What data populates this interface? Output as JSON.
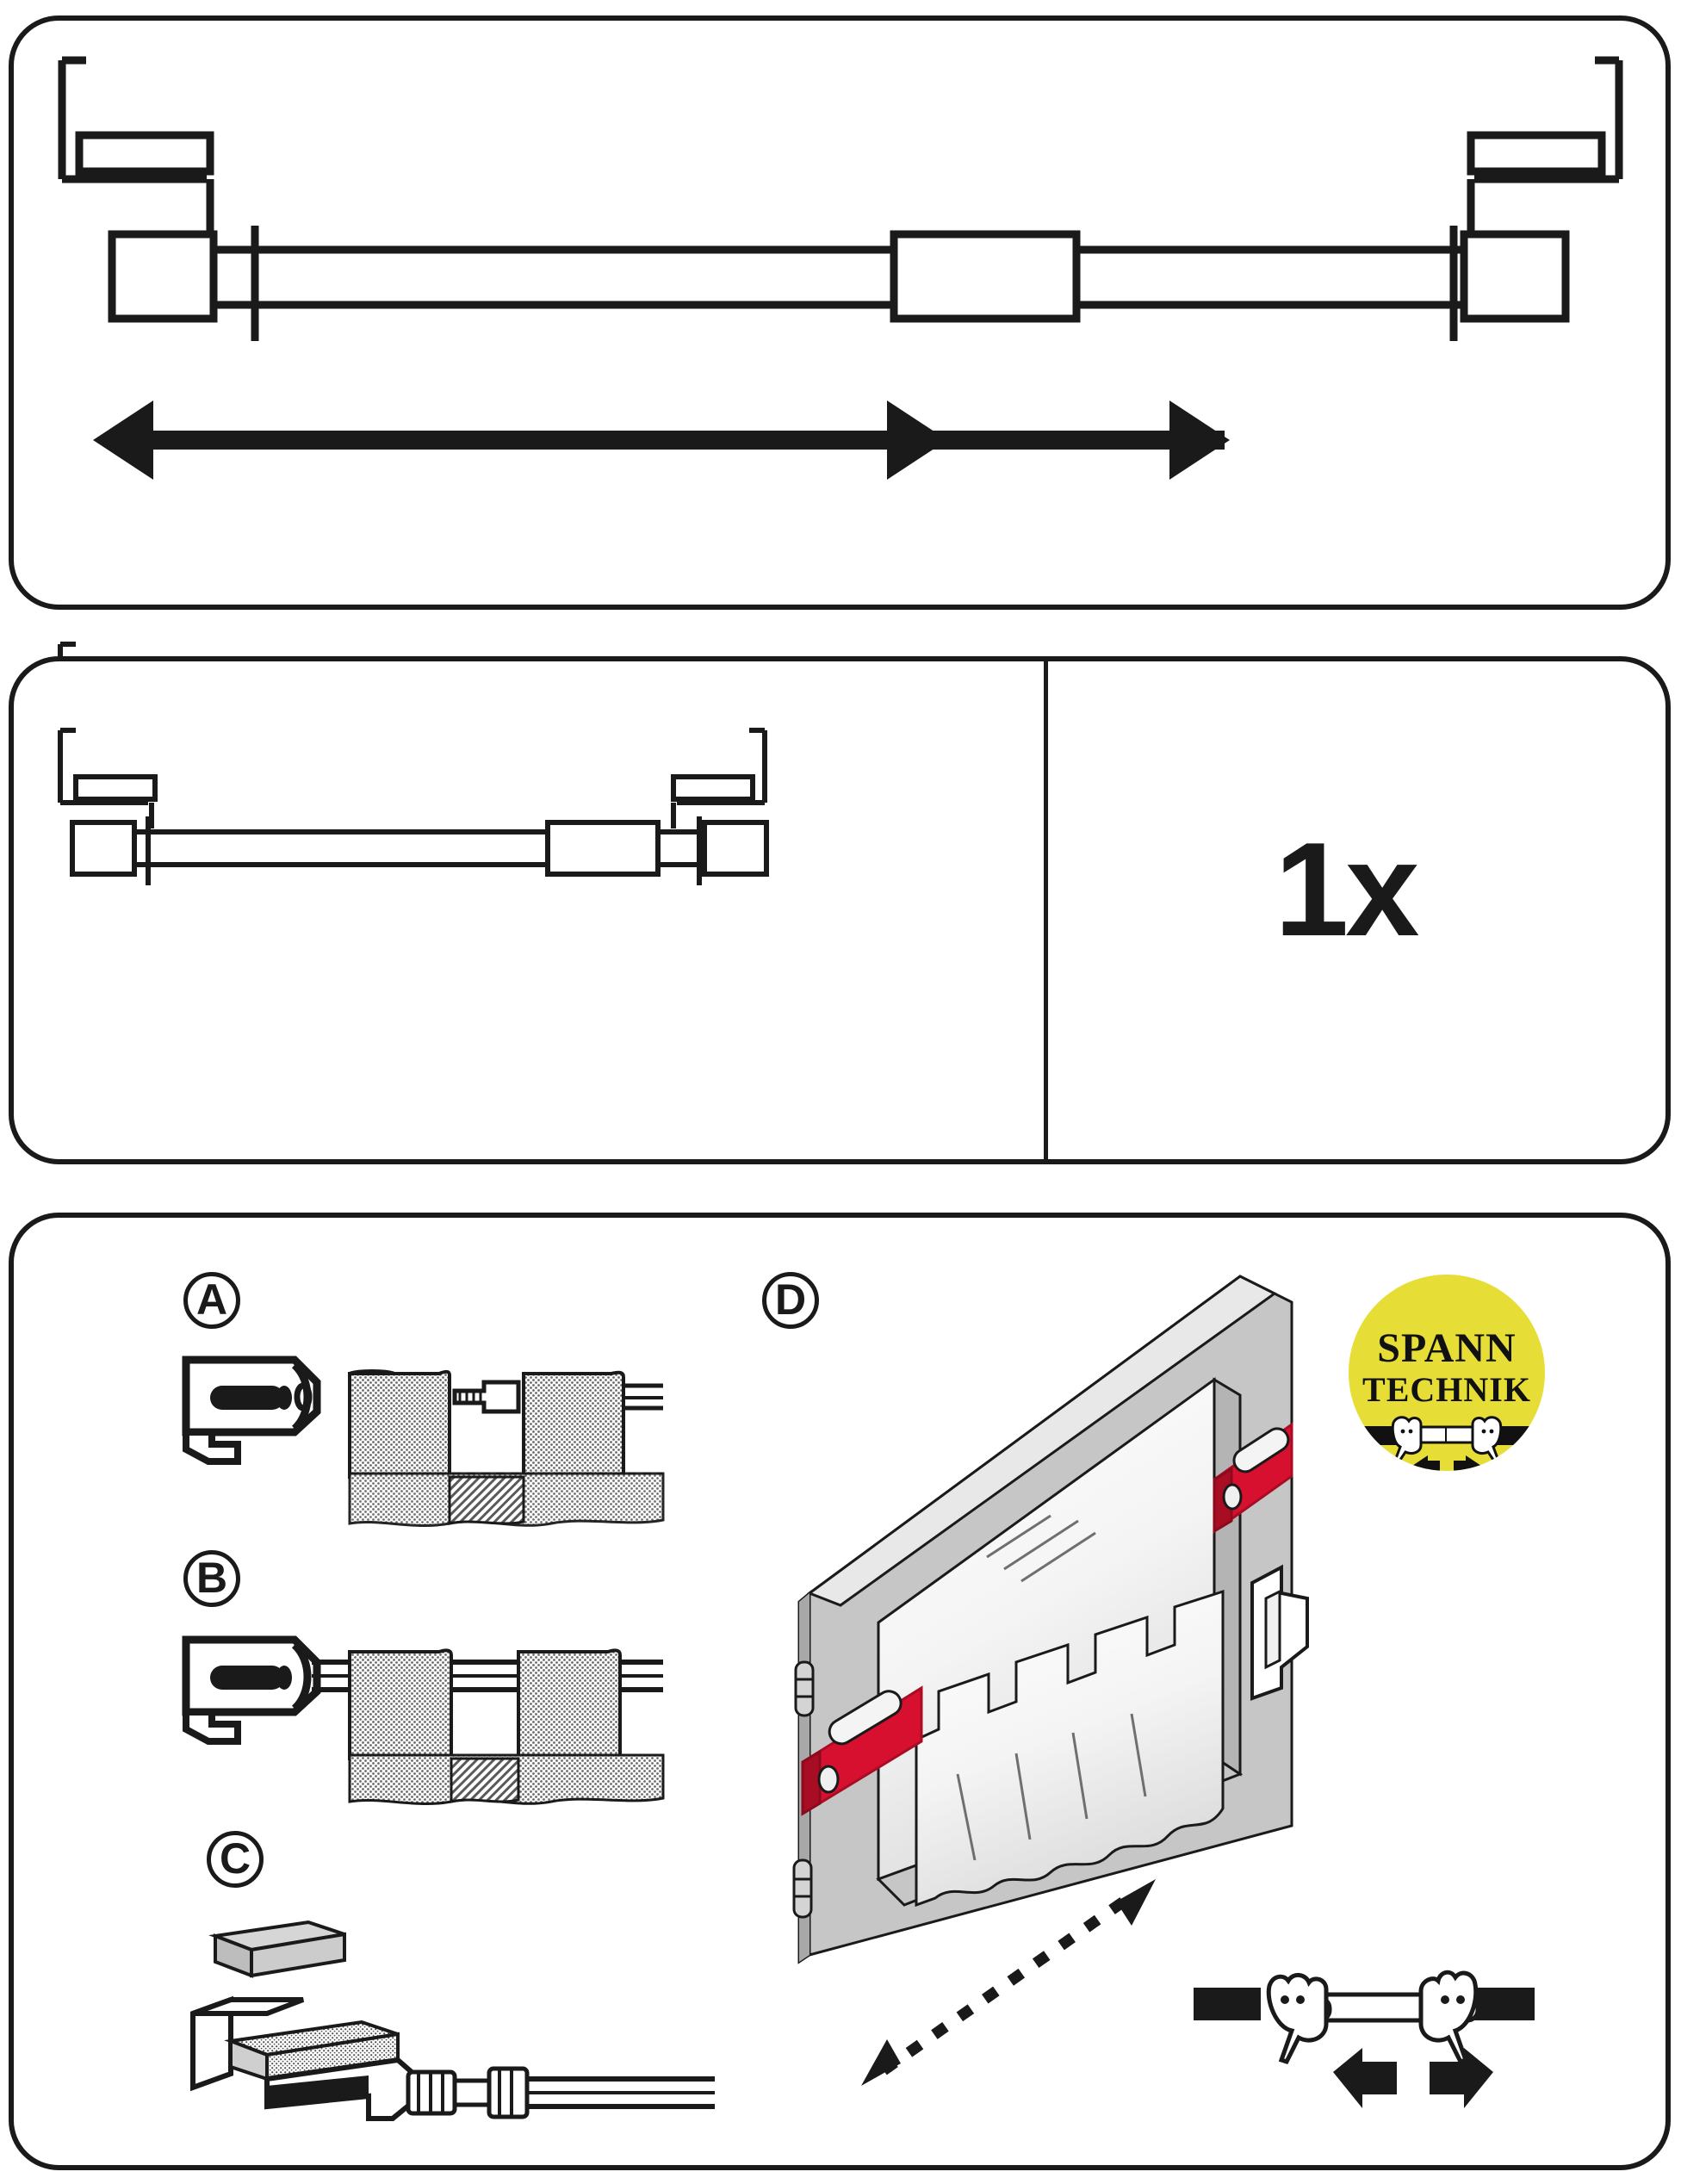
{
  "document": {
    "type": "assembly-instruction-sheet",
    "product": "telescopic tension curtain rod",
    "line_color": "#1a1a1a",
    "background": "#ffffff"
  },
  "panels": [
    {
      "id": "panel-extension",
      "name": "telescopic-rod-extension",
      "content": "extendable rod with two clamp brackets and a double-headed extension arrow"
    },
    {
      "id": "panel-contents",
      "name": "package-contents",
      "content": "rod shown at retracted length with quantity",
      "quantity": "1x"
    },
    {
      "id": "panel-steps",
      "name": "mounting-steps",
      "content": "steps A, B, C and D with branding badge"
    }
  ],
  "steps": [
    {
      "letter": "A",
      "name": "step-a",
      "caption": ""
    },
    {
      "letter": "B",
      "name": "step-b",
      "caption": ""
    },
    {
      "letter": "C",
      "name": "step-c",
      "caption": ""
    },
    {
      "letter": "D",
      "name": "step-d",
      "caption": ""
    }
  ],
  "quantity": {
    "label": "1x"
  },
  "brand_badge": {
    "line1": "SPANN",
    "line2": "TECHNIK",
    "background_color": "#e6dd37",
    "text_color": "#111111"
  },
  "colors": {
    "outline": "#1a1a1a",
    "bracket_red": "#d7102f",
    "bracket_red_dark": "#a80d24",
    "frame_gray": "#c6c6c6",
    "frame_gray_light": "#e2e2e2",
    "frame_gray_dark": "#9e9e9e",
    "fabric_gray": "#bdbdbd",
    "badge_yellow": "#e6dd37",
    "glass_white": "#fafafa"
  },
  "icons": {
    "extension_arrow": "double-headed-extension-arrow",
    "diagonal_arrow": "dotted-diagonal-double-arrow",
    "hands_arrow": "two-hands-pulling-rod-arrows",
    "badge_hands": "badge-hands-gripping-rod"
  }
}
